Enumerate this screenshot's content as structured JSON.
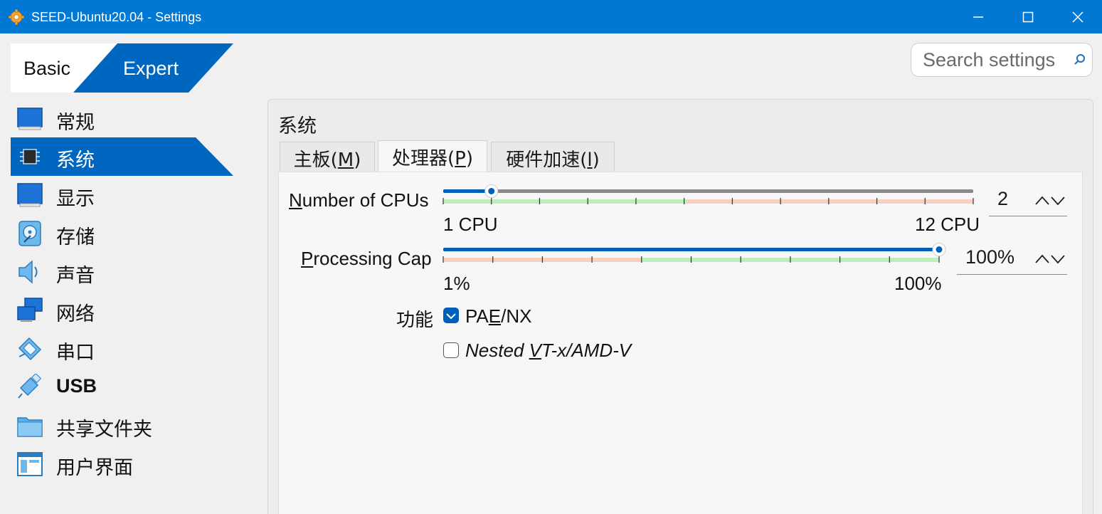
{
  "window": {
    "title": "SEED-Ubuntu20.04 - Settings",
    "minimize_icon": "minimize-icon",
    "maximize_icon": "maximize-icon",
    "close_icon": "close-icon"
  },
  "mode": {
    "basic": "Basic",
    "expert": "Expert",
    "selected": "Expert"
  },
  "search": {
    "placeholder": "Search settings",
    "value": "",
    "icon": "search-icon"
  },
  "sidebar": {
    "selected_index": 1,
    "items": [
      {
        "label": "常规",
        "icon": "general-icon"
      },
      {
        "label": "系统",
        "icon": "system-chip-icon"
      },
      {
        "label": "显示",
        "icon": "display-icon"
      },
      {
        "label": "存储",
        "icon": "storage-icon"
      },
      {
        "label": "声音",
        "icon": "audio-icon"
      },
      {
        "label": "网络",
        "icon": "network-icon"
      },
      {
        "label": "串口",
        "icon": "serial-port-icon"
      },
      {
        "label": "USB",
        "icon": "usb-icon"
      },
      {
        "label": "共享文件夹",
        "icon": "shared-folder-icon"
      },
      {
        "label": "用户界面",
        "icon": "user-interface-icon"
      }
    ]
  },
  "panel": {
    "title": "系统",
    "tabs": [
      {
        "label_pre": "主板(",
        "mnemonic": "M",
        "label_post": ")"
      },
      {
        "label_pre": "处理器(",
        "mnemonic": "P",
        "label_post": ")"
      },
      {
        "label_pre": "硬件加速(",
        "mnemonic": "l",
        "label_post": ")"
      }
    ],
    "active_tab": 1
  },
  "processor": {
    "cpus": {
      "label_mnemonic": "N",
      "label_rest": "umber of CPUs",
      "min_label": "1 CPU",
      "max_label": "12 CPU",
      "min": 1,
      "max": 12,
      "value": 2,
      "value_text": "2",
      "safe_fraction": 0.46
    },
    "cap": {
      "label_mnemonic": "P",
      "label_rest": "rocessing Cap",
      "min_label": "1%",
      "max_label": "100%",
      "min": 1,
      "max": 100,
      "value": 100,
      "value_text": "100%",
      "warn_fraction": 0.4
    },
    "features": {
      "label": "功能",
      "pae": {
        "pre": "PA",
        "mnemonic": "E",
        "post": "/NX",
        "checked": true
      },
      "nested": {
        "pre": "Nested ",
        "mnemonic": "V",
        "post": "T-x/AMD-V",
        "checked": false
      }
    }
  },
  "colors": {
    "titlebar": "#0078d4",
    "accent": "#005fb8",
    "selection": "#0067c0",
    "safe_zone": "#bfeebd",
    "warn_zone": "#f7d0c2"
  }
}
